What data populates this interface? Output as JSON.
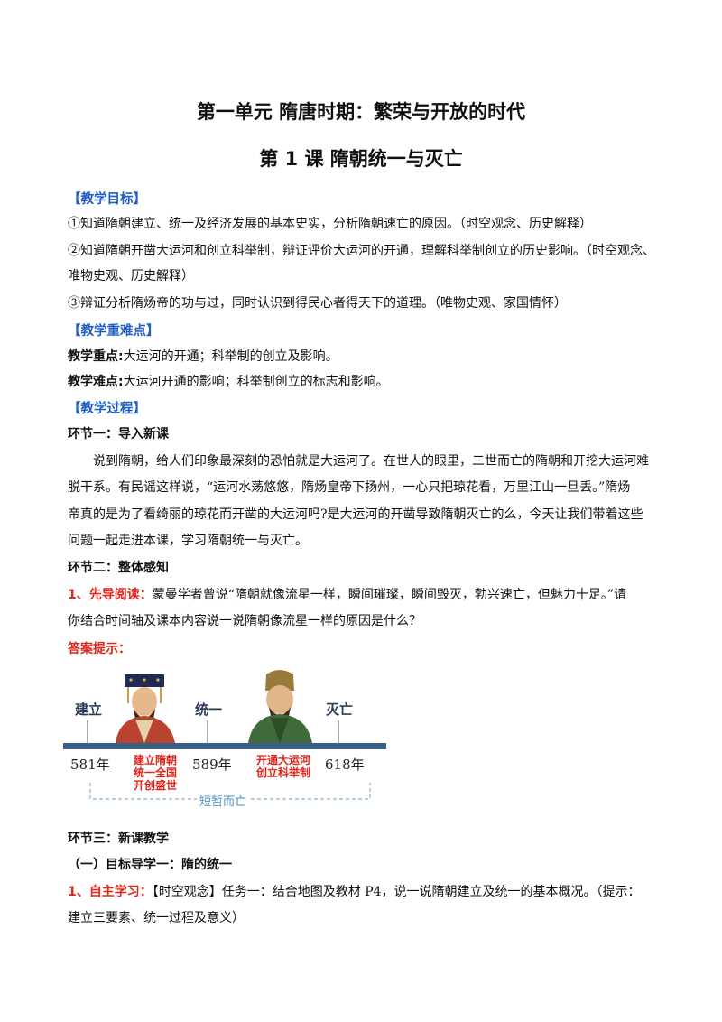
{
  "unit_title": "第一单元  隋唐时期：繁荣与开放的时代",
  "lesson_title": "第 1 课    隋朝统一与灭亡",
  "goals": {
    "heading": "【教学目标】",
    "item1": "①知道隋朝建立、统一及经济发展的基本史实，分析隋朝速亡的原因。（时空观念、历史解释）",
    "item2a": "②知道隋朝开凿大运河和创立科举制，辩证评价大运河的开通，理解科举制创立的历史影响。（时空观念、",
    "item2b": "唯物史观、历史解释）",
    "item3": "③辩证分析隋炀帝的功与过，同时认识到得民心者得天下的道理。（唯物史观、家国情怀）"
  },
  "key_points": {
    "heading": "【教学重难点】",
    "key_label": "教学重点:",
    "key_text": "大运河的开通；科举制的创立及影响。",
    "diff_label": "教学难点:",
    "diff_text": "大运河开通的影响；科举制创立的标志和影响。"
  },
  "process": {
    "heading": "【教学过程】",
    "step1_title": "环节一：导入新课",
    "p1": "说到隋朝，给人们印象最深刻的恐怕就是大运河了。在世人的眼里，二世而亡的隋朝和开挖大运河难",
    "p2": "脱干系。有民谣这样说，“运河水荡悠悠，隋炀皇帝下扬州，一心只把琼花看，万里江山一旦丢。”隋炀",
    "p3": "帝真的是为了看绮丽的琼花而开凿的大运河吗?是大运河的开凿导致隋朝灭亡的么，今天让我们带着这些",
    "p4": "问题一起走进本课，学习隋朝统一与灭亡。",
    "step2_title": "环节二：整体感知",
    "read_label": "1、先导阅读：",
    "read_text": "蒙曼学者曾说“隋朝就像流星一样，瞬间璀璨，瞬间毁灭，勃兴速亡，但魅力十足。”请",
    "read_text2": "你结合时间轴及课本内容说一说隋朝像流星一样的原因是什么？",
    "answer_label": "答案提示：",
    "step3_title": "环节三：新课教学",
    "sub1_title": "（一）目标导学一：隋的统一",
    "self_label": "1、自主学习：",
    "self_text": "【时空观念】任务一：结合地图及教材 P4，说一说隋朝建立及统一的基本概况。（提示：",
    "self_text2": "建立三要素、统一过程及意义）"
  },
  "timeline": {
    "label_found": "建立",
    "label_unify": "统一",
    "label_fall": "灭亡",
    "year1": "581年",
    "year2": "589年",
    "year3": "618年",
    "red1_l1": "建立隋朝",
    "red1_l2": "统一全国",
    "red1_l3": "开创盛世",
    "red2_l1": "开通大运河",
    "red2_l2": "创立科举制",
    "brief": "短暂而亡",
    "colors": {
      "bar": "#3a5f86",
      "red": "#e0251b",
      "bracket": "#7fb3d8"
    }
  }
}
